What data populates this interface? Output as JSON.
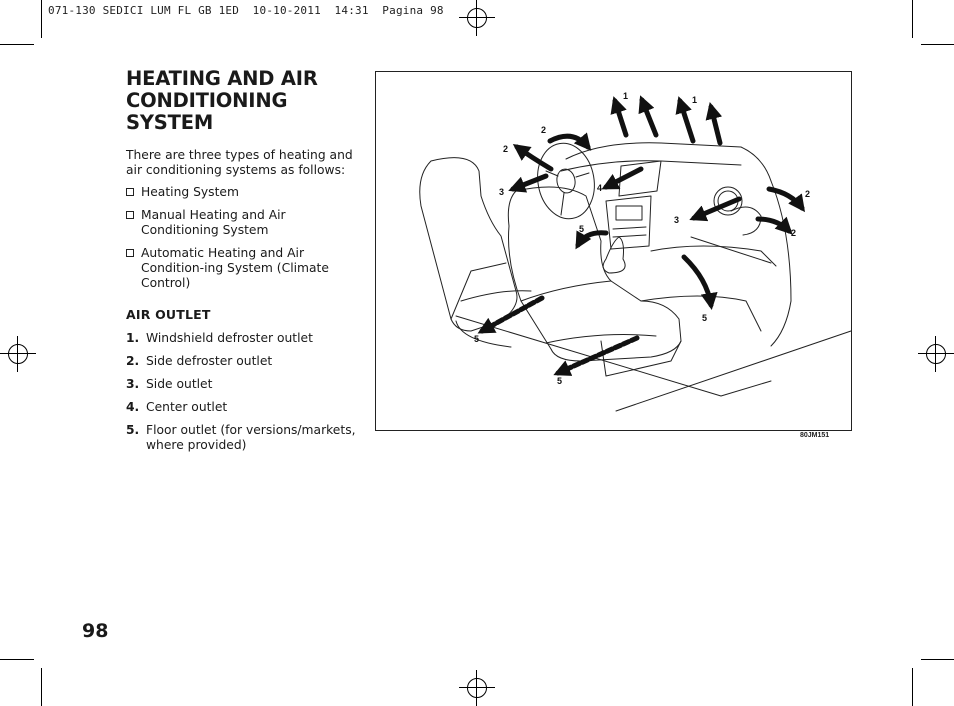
{
  "print_header": "071-130 SEDICI LUM FL GB 1ED  10-10-2011  14:31  Pagina 98",
  "section": {
    "title_lines": [
      "HEATING AND AIR",
      "CONDITIONING",
      "SYSTEM"
    ],
    "intro": "There are three types of heating and air conditioning systems as follows:",
    "systems": [
      "Heating System",
      "Manual Heating and Air Conditioning System",
      "Automatic Heating and Air Condition-ing System (Climate Control)"
    ],
    "air_outlet_title": "AIR OUTLET",
    "outlets": [
      {
        "num": "1.",
        "label": "Windshield defroster outlet"
      },
      {
        "num": "2.",
        "label": "Side defroster outlet"
      },
      {
        "num": "3.",
        "label": "Side outlet"
      },
      {
        "num": "4.",
        "label": "Center outlet"
      },
      {
        "num": "5.",
        "label": "Floor outlet (for versions/markets, where provided)"
      }
    ]
  },
  "figure": {
    "code": "80JM151",
    "callouts": {
      "c1a": "1",
      "c1b": "1",
      "c2a": "2",
      "c2b": "2",
      "c2c": "2",
      "c2d": "2",
      "c3a": "3",
      "c3b": "3",
      "c4": "4",
      "c5a": "5",
      "c5b": "5",
      "c5c": "5",
      "c5d": "5"
    }
  },
  "page_number": "98"
}
